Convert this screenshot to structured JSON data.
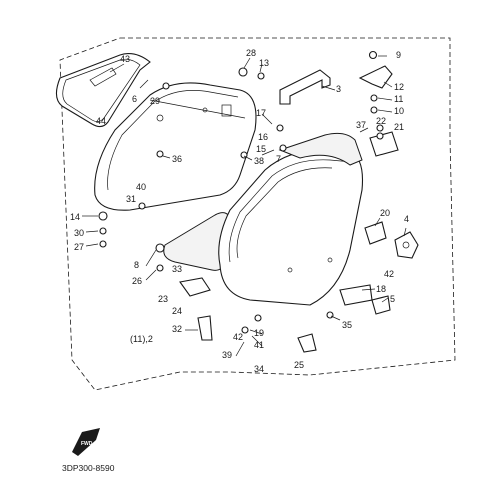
{
  "diagram": {
    "drawing_code": "3DP300-8590",
    "orientation_label": "FWD",
    "reference_label": "(11),2",
    "callouts": [
      {
        "id": "c43",
        "text": "43"
      },
      {
        "id": "c44",
        "text": "44"
      },
      {
        "id": "c6",
        "text": "6"
      },
      {
        "id": "c28",
        "text": "28"
      },
      {
        "id": "c13",
        "text": "13"
      },
      {
        "id": "c29",
        "text": "29"
      },
      {
        "id": "c9",
        "text": "9"
      },
      {
        "id": "c3",
        "text": "3"
      },
      {
        "id": "c12",
        "text": "12"
      },
      {
        "id": "c11",
        "text": "11"
      },
      {
        "id": "c10",
        "text": "10"
      },
      {
        "id": "c17",
        "text": "17"
      },
      {
        "id": "c16",
        "text": "16"
      },
      {
        "id": "c37",
        "text": "37"
      },
      {
        "id": "c22",
        "text": "22"
      },
      {
        "id": "c21",
        "text": "21"
      },
      {
        "id": "c15",
        "text": "15"
      },
      {
        "id": "c38",
        "text": "38"
      },
      {
        "id": "c7",
        "text": "7"
      },
      {
        "id": "c36",
        "text": "36"
      },
      {
        "id": "c40",
        "text": "40"
      },
      {
        "id": "c31",
        "text": "31"
      },
      {
        "id": "c14",
        "text": "14"
      },
      {
        "id": "c30",
        "text": "30"
      },
      {
        "id": "c27",
        "text": "27"
      },
      {
        "id": "c20",
        "text": "20"
      },
      {
        "id": "c4",
        "text": "4"
      },
      {
        "id": "c8",
        "text": "8"
      },
      {
        "id": "c26",
        "text": "26"
      },
      {
        "id": "c33",
        "text": "33"
      },
      {
        "id": "c23",
        "text": "23"
      },
      {
        "id": "c24",
        "text": "24"
      },
      {
        "id": "c42a",
        "text": "42"
      },
      {
        "id": "c18",
        "text": "18"
      },
      {
        "id": "c5",
        "text": "5"
      },
      {
        "id": "c35",
        "text": "35"
      },
      {
        "id": "c32",
        "text": "32"
      },
      {
        "id": "c42b",
        "text": "42"
      },
      {
        "id": "c19",
        "text": "19"
      },
      {
        "id": "c41",
        "text": "41"
      },
      {
        "id": "c39",
        "text": "39"
      },
      {
        "id": "c34",
        "text": "34"
      },
      {
        "id": "c25",
        "text": "25"
      }
    ]
  }
}
